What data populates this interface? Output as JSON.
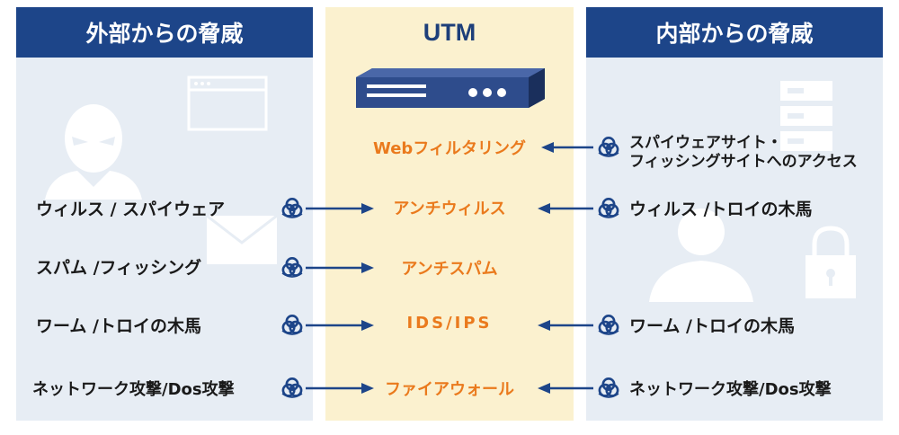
{
  "left": {
    "title": "外部からの脅威",
    "threats": [
      "ウィルス / スパイウェア",
      "スパム /フィッシング",
      "ワーム /トロイの木馬",
      "ネットワーク攻撃/Dos攻撃"
    ]
  },
  "middle": {
    "title": "UTM",
    "features": [
      "Webフィルタリング",
      "アンチウィルス",
      "アンチスパム",
      "IDS/IPS",
      "ファイアウォール"
    ]
  },
  "right": {
    "title": "内部からの脅威",
    "threats": [
      "スパイウェアサイト・",
      "フィッシングサイトへのアクセス",
      "ウィルス /トロイの木馬",
      "ワーム /トロイの木馬",
      "ネットワーク攻撃/Dos攻撃"
    ]
  },
  "colors": {
    "header_blue": "#1d4589",
    "panel_bg": "#e7edf4",
    "utm_bg": "#fbf1cf",
    "feature_orange": "#ea7a1d",
    "arrow_blue": "#1d4589"
  },
  "icons": [
    "hacker-silhouette-icon",
    "browser-window-icon",
    "envelope-icon",
    "utm-device-icon",
    "server-rack-icon",
    "user-silhouette-icon",
    "padlock-icon",
    "biohazard-icon",
    "arrow-right-icon",
    "arrow-left-icon"
  ]
}
